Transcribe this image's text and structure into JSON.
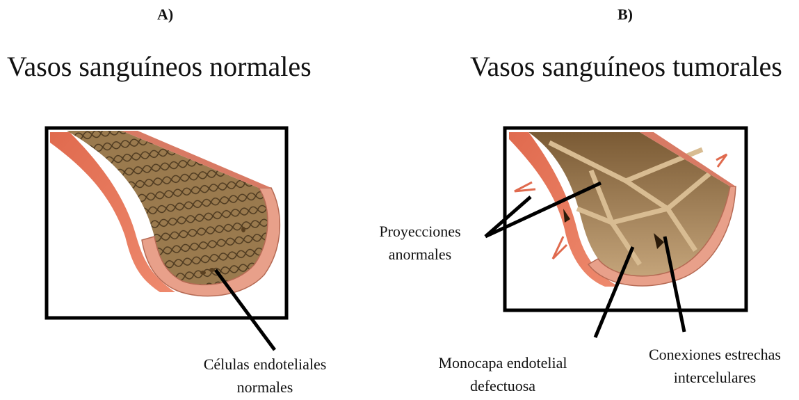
{
  "panel_a": {
    "letter": "A)",
    "title": "Vasos sanguíneos normales",
    "labels": {
      "endothelial_cells": "Células endoteliales\nnormales"
    }
  },
  "panel_b": {
    "letter": "B)",
    "title": "Vasos sanguíneos tumorales",
    "labels": {
      "projections": "Proyecciones\nanormales",
      "monolayer": "Monocapa endotelial\ndefectuosa",
      "junctions": "Conexiones estrechas\nintercelulares"
    }
  }
}
